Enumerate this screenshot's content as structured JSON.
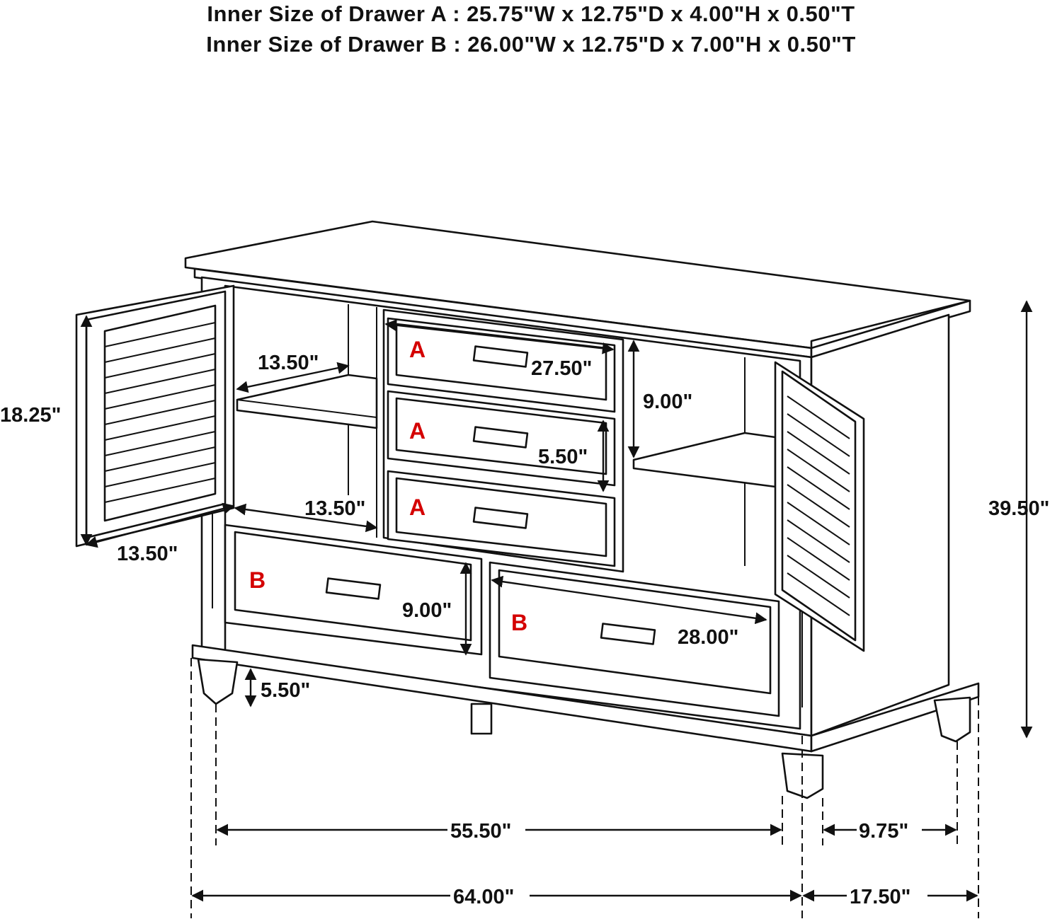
{
  "specs": [
    "Inner Size of Drawer A : 25.75\"W x 12.75\"D x 4.00\"H x 0.50\"T",
    "Inner Size of Drawer B : 26.00\"W x 12.75\"D x 7.00\"H x 0.50\"T"
  ],
  "labels": {
    "a": "A",
    "b": "B"
  },
  "dims": {
    "door_height": "18.25\"",
    "door_width": "13.50\"",
    "shelf_depth_upper": "13.50\"",
    "shelf_depth_lower": "13.50\"",
    "drawer_a_width": "27.50\"",
    "drawer_a_height": "5.50\"",
    "side_opening": "9.00\"",
    "drawer_b_height": "9.00\"",
    "drawer_b_width": "28.00\"",
    "leg_height": "5.50\"",
    "total_height": "39.50\"",
    "inner_width": "55.50\"",
    "inner_depth": "9.75\"",
    "total_width": "64.00\"",
    "total_depth": "17.50\""
  }
}
